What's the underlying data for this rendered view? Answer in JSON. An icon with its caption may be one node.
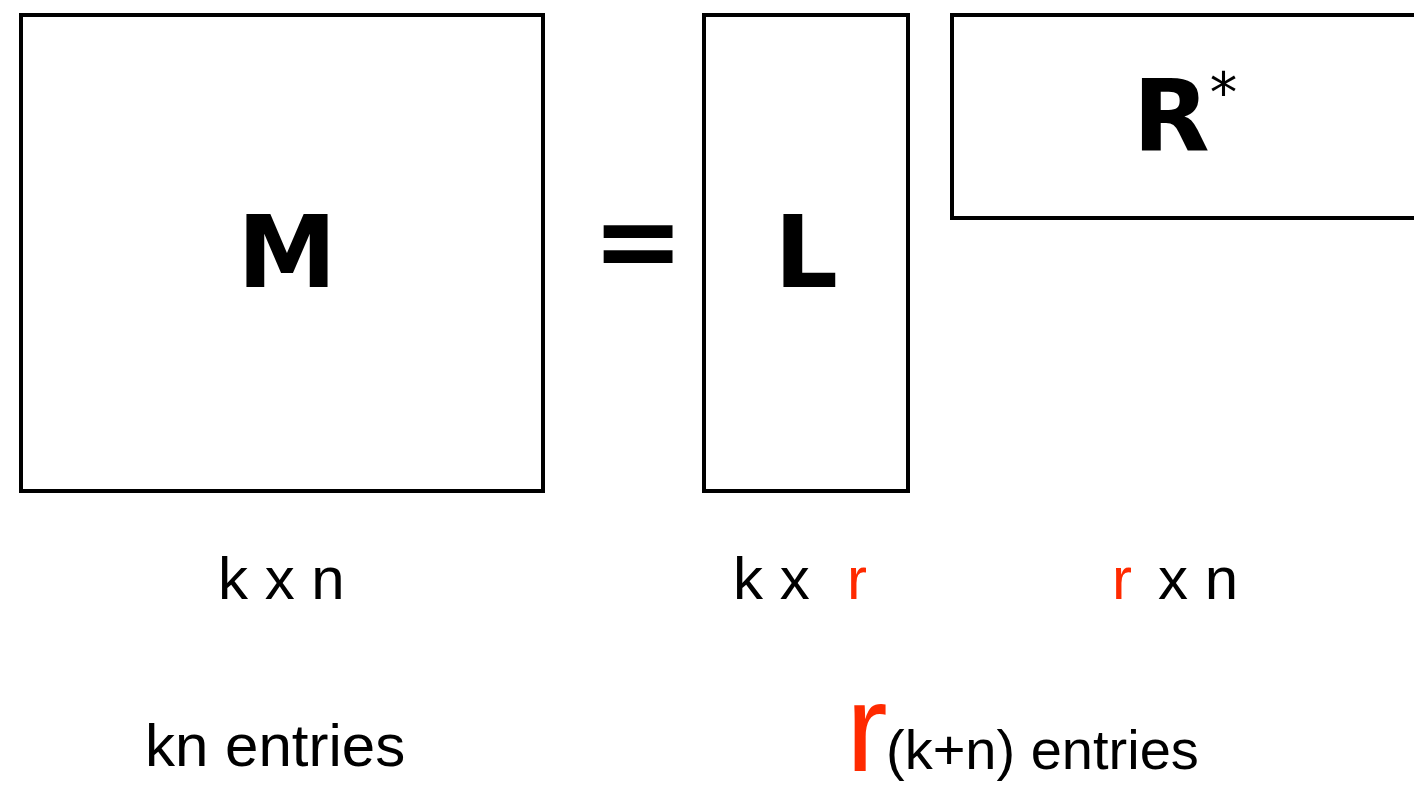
{
  "diagram": {
    "nodes": [
      {
        "text": [
          "M"
        ]
      },
      {
        "text": [
          "L"
        ]
      },
      {
        "text": [
          "R$^{*}$"
        ]
      }
    ],
    "labels": [
      "=",
      "k x n",
      "k x",
      "r",
      "r",
      "x n",
      "kn entries",
      "r",
      "(k+n) entries"
    ]
  }
}
